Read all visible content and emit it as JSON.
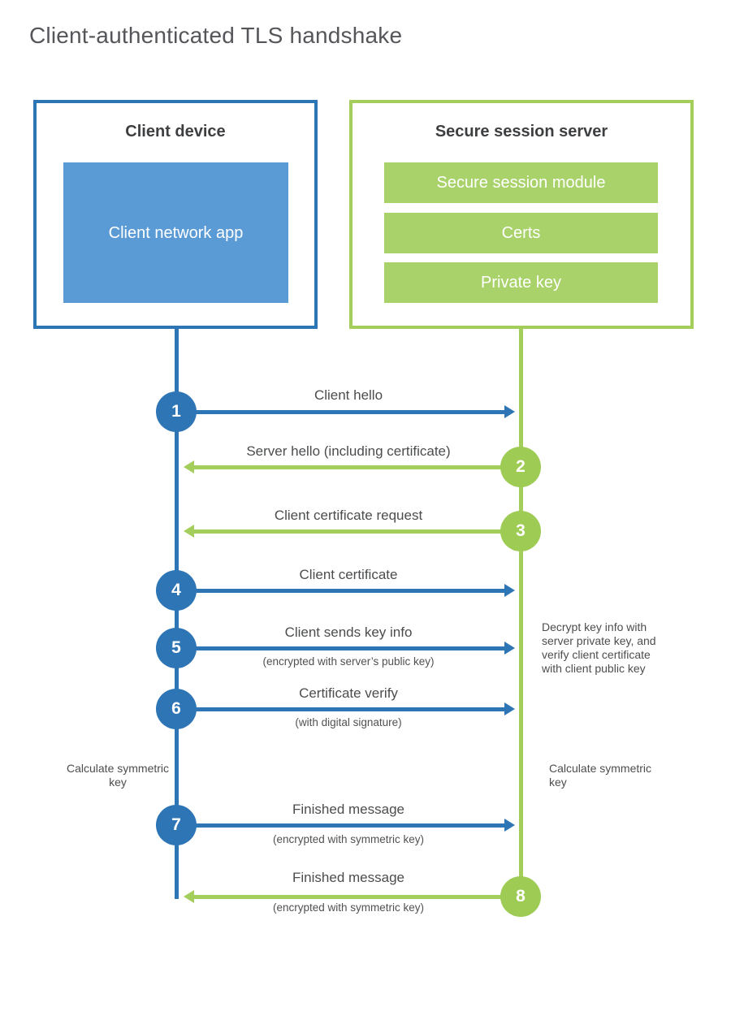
{
  "title": "Client-authenticated TLS handshake",
  "colors": {
    "client_accent": "#2e75b6",
    "client_fill": "#5b9bd5",
    "server_accent": "#a3ce5c",
    "server_circle": "#9ecb53",
    "server_fill": "#a9d26b",
    "text_dark": "#3e3f41",
    "text_body": "#4b4c4e"
  },
  "client": {
    "title": "Client device",
    "module": "Client network app"
  },
  "server": {
    "title": "Secure session server",
    "modules": [
      "Secure session module",
      "Certs",
      "Private key"
    ]
  },
  "steps": [
    {
      "n": "1",
      "label": "Client hello",
      "sub": "",
      "direction": "client-to-server"
    },
    {
      "n": "2",
      "label": "Server hello (including certificate)",
      "sub": "",
      "direction": "server-to-client"
    },
    {
      "n": "3",
      "label": "Client certificate request",
      "sub": "",
      "direction": "server-to-client"
    },
    {
      "n": "4",
      "label": "Client certificate",
      "sub": "",
      "direction": "client-to-server"
    },
    {
      "n": "5",
      "label": "Client sends key info",
      "sub": "(encrypted with server’s public key)",
      "direction": "client-to-server"
    },
    {
      "n": "6",
      "label": "Certificate verify",
      "sub": "(with digital signature)",
      "direction": "client-to-server"
    },
    {
      "n": "7",
      "label": "Finished message",
      "sub": "(encrypted with symmetric key)",
      "direction": "client-to-server"
    },
    {
      "n": "8",
      "label": "Finished message",
      "sub": "(encrypted with symmetric key)",
      "direction": "server-to-client"
    }
  ],
  "notes": {
    "decrypt": "Decrypt key info with server private key, and verify client certificate with client public key",
    "calc_left": "Calculate symmetric key",
    "calc_right": "Calculate symmetric key"
  }
}
